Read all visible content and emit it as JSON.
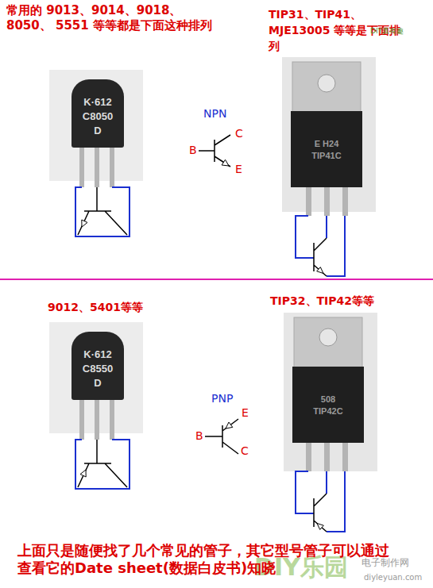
{
  "diagram": {
    "nodes": [
      {
        "text": [
          "K·612",
          "C8050",
          "D"
        ]
      },
      {
        "text": [
          "E H24",
          "TIP41C"
        ]
      },
      {
        "text": [
          "K·612",
          "C8550",
          "D"
        ]
      },
      {
        "text": [
          "508",
          "TIP42C"
        ]
      }
    ],
    "labels": [
      "常用的 9013、9014、9018、8050、 5551 等等都是下面这种排列",
      "TIP31、TIP41、MJE13005 等等是下面排列",
      "DIY真有趣",
      "NPN",
      "B",
      "C",
      "E",
      "9012、5401等等",
      "TIP32、TIP42等等",
      "PNP",
      "E",
      "B",
      "C",
      "DIY乐园",
      "上面只是随便找了几个常见的管子，其它型号管子可以通过 查看它的Date sheet(数据白皮书)知晓",
      "电子制作网",
      "diyleyuan.com"
    ]
  }
}
